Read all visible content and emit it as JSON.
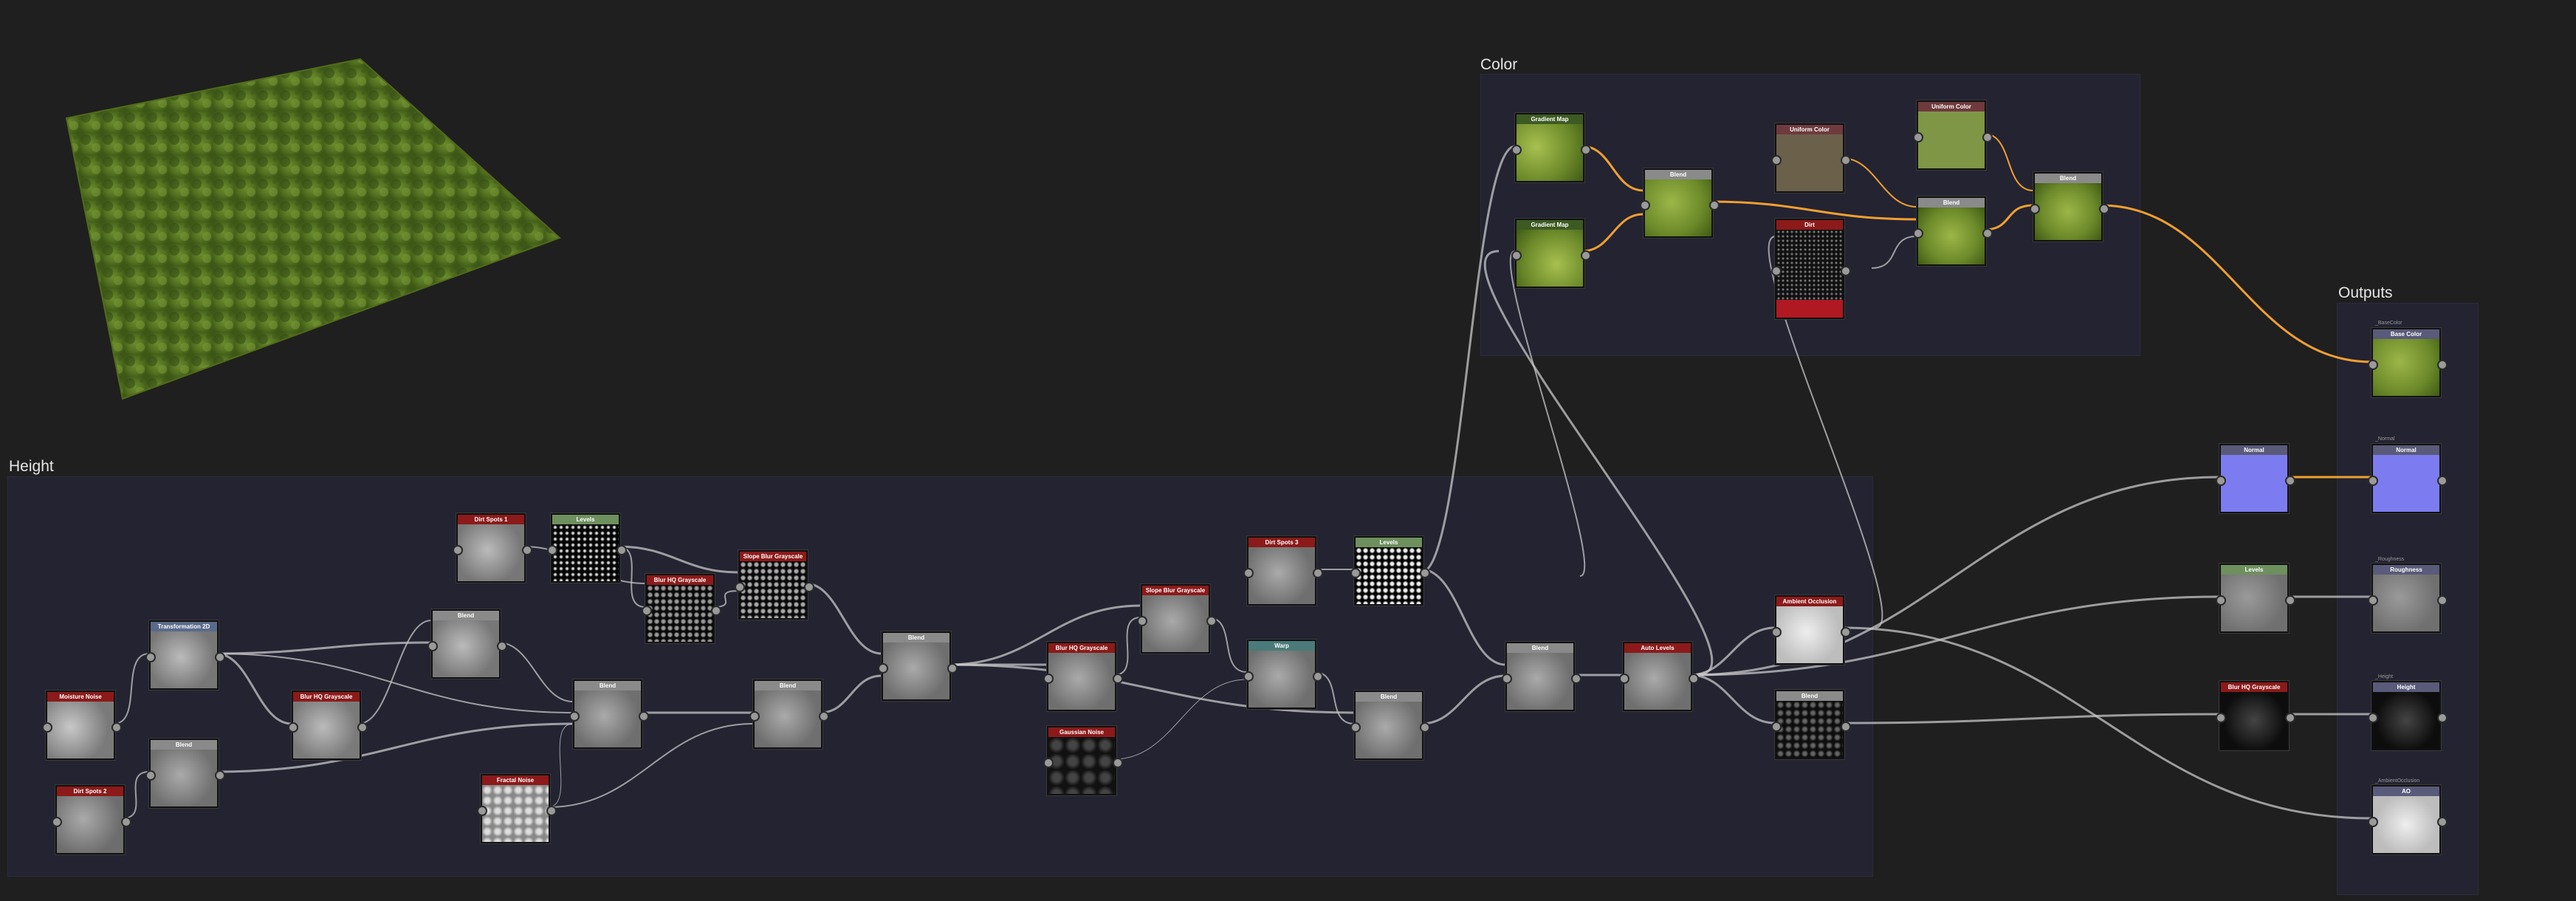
{
  "frames": {
    "color": "Color",
    "height": "Height",
    "outputs": "Outputs"
  },
  "nodes": {
    "grad1": "Gradient Map",
    "grad2": "Gradient Map",
    "blend_c1": "Blend",
    "uni1": "Uniform Color",
    "uni2": "Uniform Color",
    "dirt": "Dirt",
    "blend_c2": "Blend",
    "blend_c3": "Blend",
    "out_base": "Base Color",
    "out_normal_src": "Normal",
    "out_normal": "Normal",
    "levels_r": "Levels",
    "out_rough": "Roughness",
    "blur_r": "Blur HQ Grayscale",
    "out_height": "Height",
    "out_ao": "AO",
    "moisture": "Moisture Noise",
    "dirt2": "Dirt Spots 2",
    "transform": "Transformation 2D",
    "blend_h1": "Blend",
    "blur1": "Blur HQ Grayscale",
    "blend_h2": "Blend",
    "dirt1": "Dirt Spots 1",
    "levels1": "Levels",
    "blur2": "Blur HQ Grayscale",
    "slope1": "Slope Blur Grayscale",
    "blend_h3": "Blend",
    "blend_h4": "Blend",
    "fractal": "Fractal Noise",
    "blend_h5": "Blend",
    "blur3": "Blur HQ Grayscale",
    "slope2": "Slope Blur Grayscale",
    "gaussian": "Gaussian Noise",
    "dirt3": "Dirt Spots 3",
    "levels2": "Levels",
    "warp": "Warp",
    "blend_h6": "Blend",
    "blend_h7": "Blend",
    "autolevels": "Auto Levels",
    "ao": "Ambient Occlusion",
    "blend_h8": "Blend"
  },
  "output_labels": {
    "base": "_BaseColor",
    "normal": "_Normal",
    "rough": "_Roughness",
    "height": "_Height",
    "ao": "_AmbientOcclusion"
  },
  "colors": {
    "background": "#1f1f1f",
    "frame": "#232332",
    "wire_gray": "#c8c8c8",
    "wire_orange": "#f0a030",
    "hdr_red": "#8c1a1a",
    "hdr_green": "#6e8f5e",
    "hdr_olive": "#3d5a22",
    "hdr_gray": "#8a8a8a",
    "hdr_mauve": "#6e3a3e",
    "hdr_slate": "#5a6a8a",
    "hdr_teal": "#4a7a7a",
    "hdr_purple": "#5a5a7a",
    "grass": "#6a8a30"
  }
}
